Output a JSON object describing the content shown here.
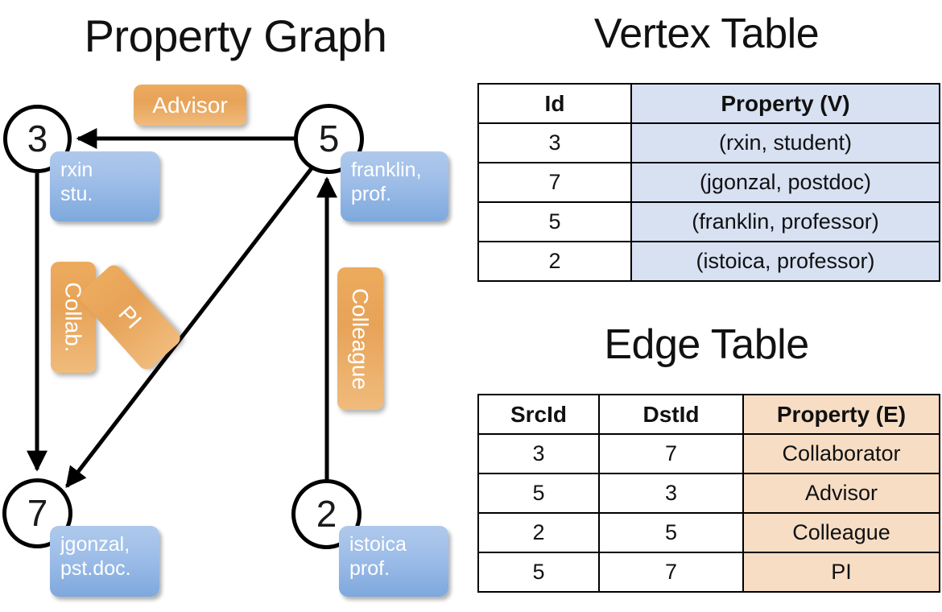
{
  "titles": {
    "property_graph": "Property Graph",
    "vertex_table": "Vertex Table",
    "edge_table": "Edge Table"
  },
  "graph": {
    "nodes": [
      {
        "id": "3",
        "label": "3",
        "prop_line1": "rxin",
        "prop_line2": "stu."
      },
      {
        "id": "5",
        "label": "5",
        "prop_line1": "franklin,",
        "prop_line2": "prof."
      },
      {
        "id": "7",
        "label": "7",
        "prop_line1": "jgonzal,",
        "prop_line2": "pst.doc."
      },
      {
        "id": "2",
        "label": "2",
        "prop_line1": "istoica",
        "prop_line2": "prof."
      }
    ],
    "edge_labels": [
      {
        "name": "advisor",
        "text": "Advisor"
      },
      {
        "name": "collab",
        "text": "Collab."
      },
      {
        "name": "pi",
        "text": "PI"
      },
      {
        "name": "colleague",
        "text": "Colleague"
      }
    ]
  },
  "vertex_table": {
    "headers": [
      "Id",
      "Property (V)"
    ],
    "rows": [
      [
        "3",
        "(rxin, student)"
      ],
      [
        "7",
        "(jgonzal, postdoc)"
      ],
      [
        "5",
        "(franklin, professor)"
      ],
      [
        "2",
        "(istoica, professor)"
      ]
    ]
  },
  "edge_table": {
    "headers": [
      "SrcId",
      "DstId",
      "Property (E)"
    ],
    "rows": [
      [
        "3",
        "7",
        "Collaborator"
      ],
      [
        "5",
        "3",
        "Advisor"
      ],
      [
        "2",
        "5",
        "Colleague"
      ],
      [
        "5",
        "7",
        "PI"
      ]
    ]
  },
  "colors": {
    "vertex_property_fill": "#d7e1f2",
    "edge_property_fill": "#f6ddc4",
    "vertex_box_blue": "#9dbde8",
    "edge_label_orange": "#e7a358",
    "stroke": "#000000"
  }
}
